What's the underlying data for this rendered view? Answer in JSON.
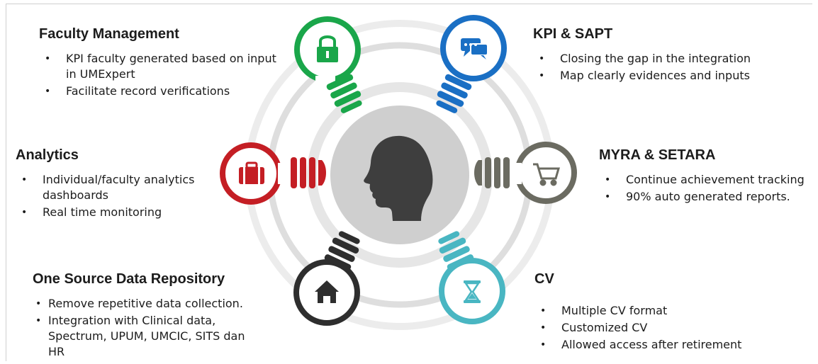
{
  "blocks": [
    {
      "id": "faculty",
      "title": "Faculty Management",
      "items": [
        "KPI faculty generated based on input in UMExpert",
        "Facilitate record verifications"
      ]
    },
    {
      "id": "kpi",
      "title": "KPI & SAPT",
      "items": [
        "Closing the gap in the integration",
        "Map clearly evidences and inputs"
      ]
    },
    {
      "id": "analytics",
      "title": "Analytics",
      "items": [
        "Individual/faculty analytics dashboards",
        "Real time monitoring"
      ]
    },
    {
      "id": "myra",
      "title": "MYRA & SETARA",
      "items": [
        "Continue achievement tracking",
        "90% auto generated reports."
      ]
    },
    {
      "id": "repository",
      "title": "One Source Data Repository",
      "items": [
        "Remove repetitive data collection.",
        "Integration with Clinical data, Spectrum, UPUM, UMCIC, SITS dan HR"
      ]
    },
    {
      "id": "cv",
      "title": "CV",
      "items": [
        "Multiple CV format",
        "Customized CV",
        "Allowed access after retirement"
      ]
    }
  ],
  "bulbs": [
    {
      "name": "lock",
      "color": "#1aa64a"
    },
    {
      "name": "chat",
      "color": "#1a6fc4"
    },
    {
      "name": "briefcase",
      "color": "#c41e24"
    },
    {
      "name": "cart",
      "color": "#6b6b61"
    },
    {
      "name": "home",
      "color": "#2e2e2e"
    },
    {
      "name": "hourglass",
      "color": "#49b6c2"
    }
  ],
  "center": {
    "icon": "head-silhouette"
  }
}
